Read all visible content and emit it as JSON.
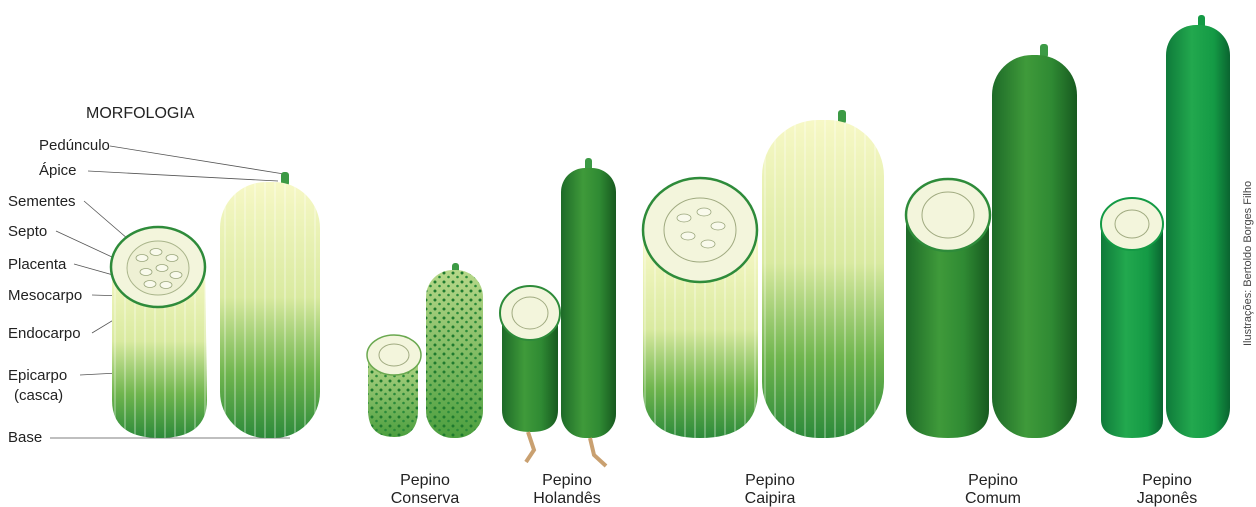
{
  "title": "MORFOLOGIA",
  "parts": [
    "Pedúnculo",
    "Ápice",
    "Sementes",
    "Septo",
    "Placenta",
    "Mesocarpo",
    "Endocarpo",
    "Epicarpo",
    "(casca)",
    "Base"
  ],
  "varieties": [
    {
      "line1": "Pepino",
      "line2": "Conserva"
    },
    {
      "line1": "Pepino",
      "line2": "Holandês"
    },
    {
      "line1": "Pepino",
      "line2": "Caipira"
    },
    {
      "line1": "Pepino",
      "line2": "Comum"
    },
    {
      "line1": "Pepino",
      "line2": "Japonês"
    }
  ],
  "credit": "Ilustrações: Bertoldo Borges Filho",
  "colors": {
    "dark_green": "#1f7a2e",
    "mid_green": "#3f9a3a",
    "light_yellow": "#f4f6b8",
    "flesh": "#f3f5dc",
    "seed": "#e9ecd0",
    "root": "#c9a070"
  }
}
